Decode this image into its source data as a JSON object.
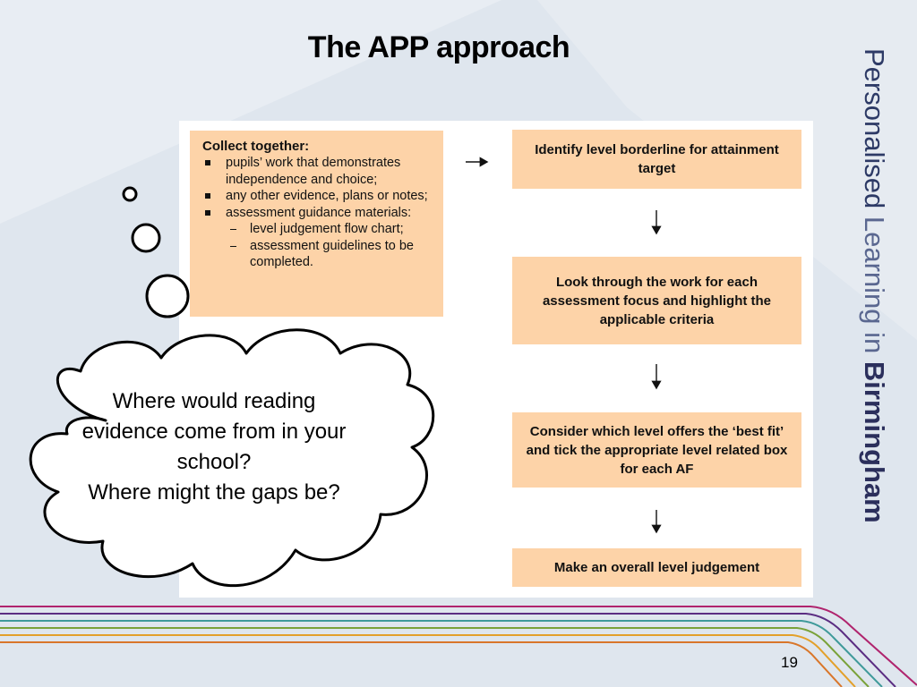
{
  "title": "The APP approach",
  "brand": {
    "word1": "Personalised",
    "word2": "Learning",
    "word3": "in",
    "word4": "Birmingham"
  },
  "collect": {
    "heading": "Collect together:",
    "items": [
      {
        "text": "pupils’ work that demonstrates independence and choice;"
      },
      {
        "text": "any other evidence, plans or notes;"
      },
      {
        "text": "assessment guidance materials:"
      }
    ],
    "subitems": [
      {
        "text": "level judgement flow chart;"
      },
      {
        "text": "assessment guidelines to be completed."
      }
    ]
  },
  "steps": [
    {
      "text": "Identify level borderline for attainment target"
    },
    {
      "text": "Look through the work for each assessment focus and highlight the applicable criteria"
    },
    {
      "text": "Consider which level offers the ‘best fit’ and tick the appropriate level related box for each AF"
    },
    {
      "text": "Make an overall level judgement"
    }
  ],
  "thought_bubble": {
    "line1": "Where would reading evidence come from in your school?",
    "line2": "Where might the gaps be?"
  },
  "slide_number": "19",
  "colors": {
    "box_fill": "#fdd3a8",
    "background": "#dfe6ee",
    "brand_text": "#2d3a66"
  }
}
